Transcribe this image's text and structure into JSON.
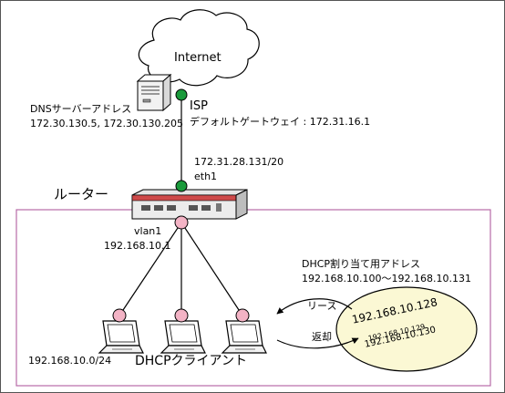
{
  "colors": {
    "lan_border": "#b76ba8",
    "port_green": "#1a9a3b",
    "port_pink": "#f3b3c5",
    "pool_fill": "#fbf8d4",
    "line": "#000000"
  },
  "labels": {
    "internet": "Internet",
    "dns_title": "DNSサーバーアドレス",
    "dns_addrs": "172.30.130.5, 172.30.130.205",
    "isp": "ISP",
    "default_gw": "デフォルトゲートウェイ : 172.31.16.1",
    "wan_ip": "172.31.28.131/20",
    "eth1": "eth1",
    "router": "ルーター",
    "vlan1": "vlan1",
    "vlan_ip": "192.168.10.1",
    "dhcp_pool_title": "DHCP割り当て用アドレス",
    "dhcp_pool_range": "192.168.10.100～192.168.10.131",
    "lease": "リース",
    "return": "返却",
    "pool_ip_1": "192.168.10.128",
    "pool_ip_2": "192.168.10.129",
    "pool_ip_3": "192.168.10.130",
    "subnet": "192.168.10.0/24",
    "dhcp_clients": "DHCPクライアント"
  },
  "icons": {
    "cloud": "cloud-icon",
    "server": "server-icon",
    "router": "router-icon",
    "laptop": "laptop-icon"
  }
}
